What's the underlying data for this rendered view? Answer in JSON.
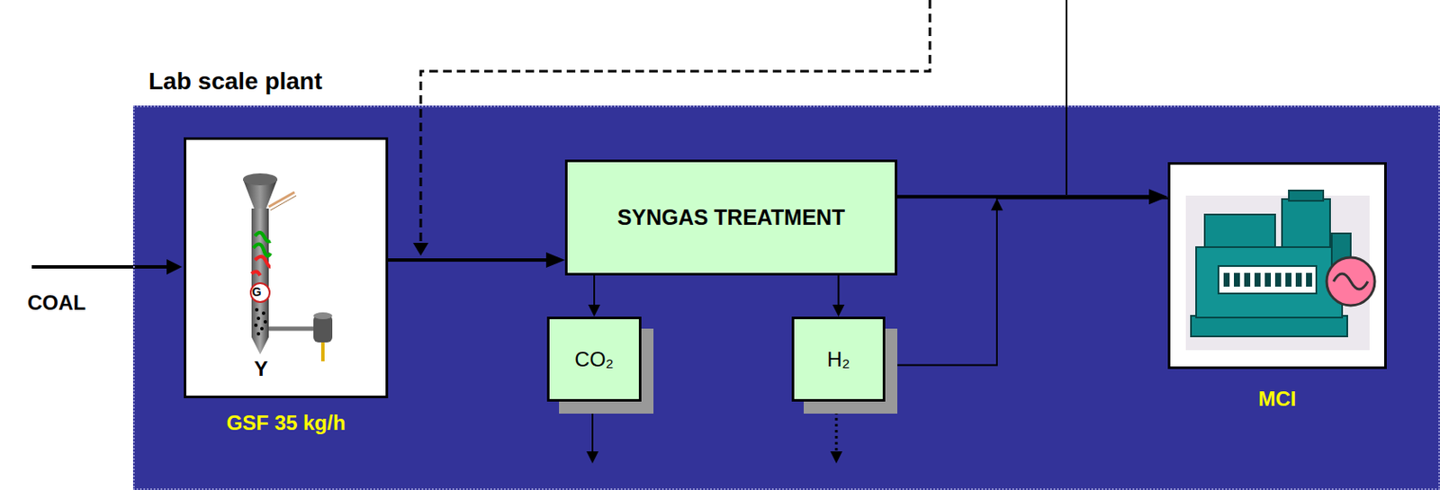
{
  "diagram": {
    "nodes": [
      {
        "text": [
          "Lab scale plant"
        ]
      },
      {
        "text": [
          "GSF 35 kg/h"
        ],
        "in": 0
      },
      {
        "text": [
          "SYNGAS TREATMENT"
        ],
        "in": 0
      },
      {
        "text": [
          "CO₂"
        ],
        "in": 0
      },
      {
        "text": [
          "H₂"
        ],
        "in": 0
      },
      {
        "text": [
          "MCI"
        ],
        "in": 0
      }
    ],
    "edges": [
      {
        "from": 1,
        "to": 2,
        "arrow": "to"
      },
      {
        "from": 2,
        "to": 3,
        "arrow": "to"
      },
      {
        "from": 2,
        "to": 4,
        "arrow": "to"
      },
      {
        "from": 2,
        "to": 5,
        "arrow": "to"
      },
      {
        "from": 4,
        "to": 5,
        "arrow": "to"
      }
    ],
    "labels": [
      "COAL",
      "G",
      "Y"
    ]
  }
}
